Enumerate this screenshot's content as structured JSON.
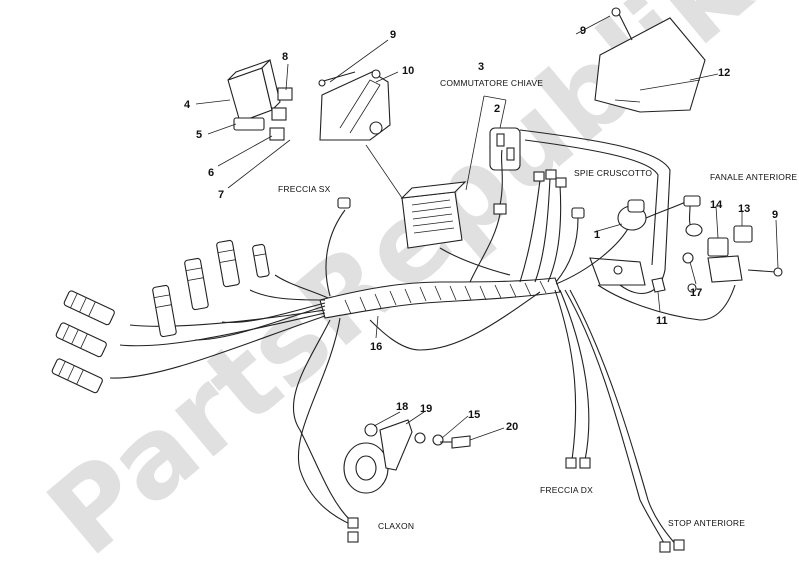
{
  "labels": {
    "commutatore": "COMMUTATORE CHIAVE",
    "freccia_sx": "FRECCIA SX",
    "spie": "SPIE CRUSCOTTO",
    "fanale": "FANALE ANTERIORE",
    "freccia_dx": "FRECCIA DX",
    "claxon": "CLAXON",
    "stop": "STOP ANTERIORE"
  },
  "numbers": {
    "n1": "1",
    "n2": "2",
    "n3": "3",
    "n4": "4",
    "n5": "5",
    "n6": "6",
    "n7": "7",
    "n8": "8",
    "n9a": "9",
    "n9b": "9",
    "n9c": "9",
    "n10": "10",
    "n11": "11",
    "n12": "12",
    "n13": "13",
    "n14": "14",
    "n15": "15",
    "n16": "16",
    "n17": "17",
    "n18": "18",
    "n19": "19",
    "n20": "20"
  },
  "watermark": "PartsRepublik",
  "colors": {
    "line": "#222222",
    "watermark": "#d6d6d6"
  }
}
